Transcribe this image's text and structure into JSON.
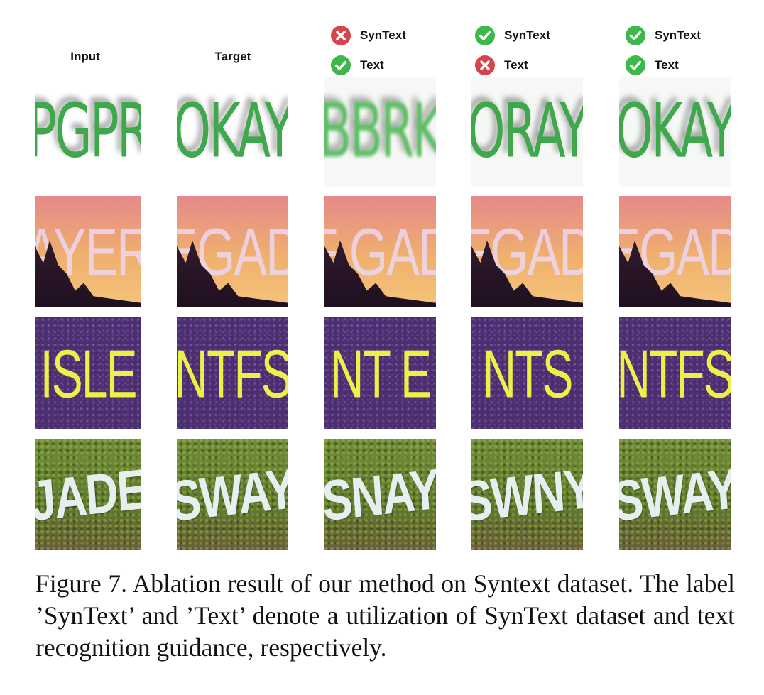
{
  "columns": {
    "input": "Input",
    "target": "Target"
  },
  "ablation": [
    {
      "syntext_label": "SynText",
      "syntext_used": false,
      "text_label": "Text",
      "text_used": true
    },
    {
      "syntext_label": "SynText",
      "syntext_used": true,
      "text_label": "Text",
      "text_used": false
    },
    {
      "syntext_label": "SynText",
      "syntext_used": true,
      "text_label": "Text",
      "text_used": true
    }
  ],
  "icons": {
    "check": "check-circle-icon",
    "cross": "x-circle-icon"
  },
  "colors": {
    "check": "#3db84a",
    "cross": "#d9434e"
  },
  "rows": [
    {
      "input": "PGPR",
      "target": "OKAY",
      "results": [
        "BBRK",
        "ORAY",
        "OKAY"
      ]
    },
    {
      "input": "AYER",
      "target": "EGAD",
      "results": [
        "F GAD",
        "FGAD",
        "EGAD"
      ]
    },
    {
      "input": "ISLE",
      "target": "NTFS",
      "results": [
        "NT E",
        "NTS",
        "NTFS"
      ]
    },
    {
      "input": "JADE",
      "target": "SWAY",
      "results": [
        "SNAY",
        "SWNY",
        "SWAY"
      ]
    }
  ],
  "caption": "Figure 7.  Ablation result of our method on Syntext dataset.  The label ’SynText’ and ’Text’ denote a utilization of SynText dataset and text recognition guidance, respectively."
}
